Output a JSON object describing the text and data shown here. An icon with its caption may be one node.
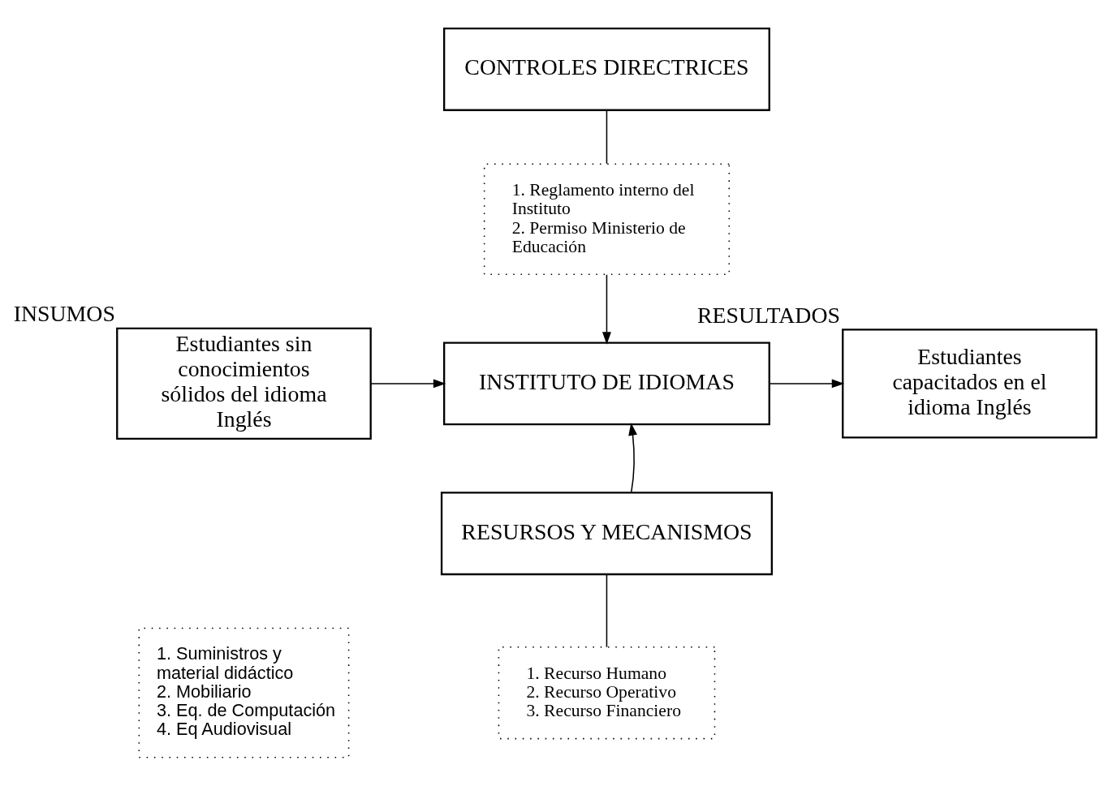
{
  "diagram": {
    "nodes": [
      {
        "text": [
          "CONTROLES DIRECTRICES"
        ]
      },
      {
        "text": [
          "1. Reglamento interno del Instituto",
          "2. Permiso Ministerio de Educación"
        ]
      },
      {
        "text": [
          "INSTITUTO DE IDIOMAS"
        ]
      },
      {
        "text": [
          "Estudiantes sin conocimientos sólidos del idioma Inglés"
        ],
        "beside": [
          "INSUMOS"
        ]
      },
      {
        "text": [
          "Estudiantes capacitados en el idioma Inglés"
        ],
        "beside": [
          "RESULTADOS"
        ]
      },
      {
        "text": [
          "RESURSOS Y MECANISMOS"
        ]
      },
      {
        "text": [
          "1. Recurso Humano",
          "2. Recurso Operativo",
          "3. Recurso Financiero"
        ]
      },
      {
        "text": [
          "1. Suministros y material didáctico",
          "2. Mobiliario",
          "3. Eq. de Computación",
          "4. Eq Audiovisual"
        ]
      }
    ],
    "edges": [
      {
        "from": 0,
        "to": 1,
        "arrow": "none"
      },
      {
        "from": 1,
        "to": 2,
        "arrow": "to"
      },
      {
        "from": 3,
        "to": 2,
        "arrow": "to"
      },
      {
        "from": 2,
        "to": 4,
        "arrow": "to"
      },
      {
        "from": 5,
        "to": 2,
        "arrow": "to"
      },
      {
        "from": 5,
        "to": 6,
        "arrow": "none"
      }
    ]
  }
}
